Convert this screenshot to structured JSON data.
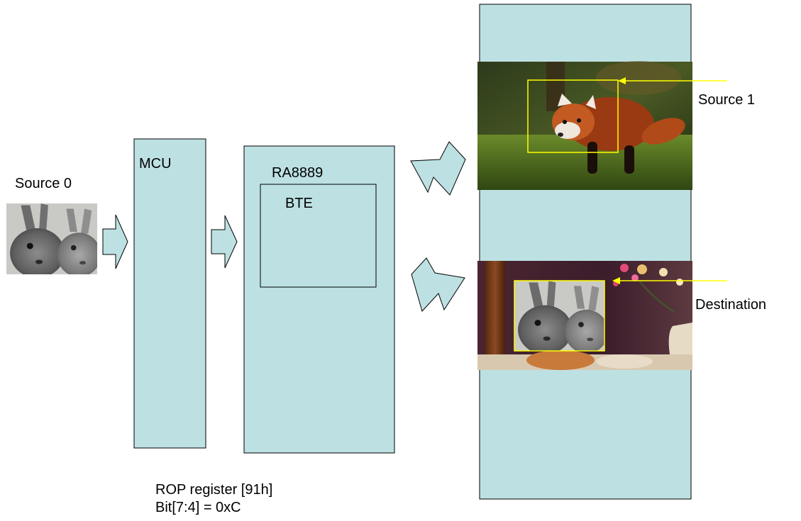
{
  "labels": {
    "source0": "Source 0",
    "mcu": "MCU",
    "ra8889": "RA8889",
    "bte": "BTE",
    "source1": "Source 1",
    "destination": "Destination",
    "rop_line1": "ROP register [91h]",
    "rop_line2": "Bit[7:4] = 0xC"
  },
  "colors": {
    "block_fill": "#bde1e3",
    "highlight": "#ffff00",
    "outline": "#000000"
  }
}
